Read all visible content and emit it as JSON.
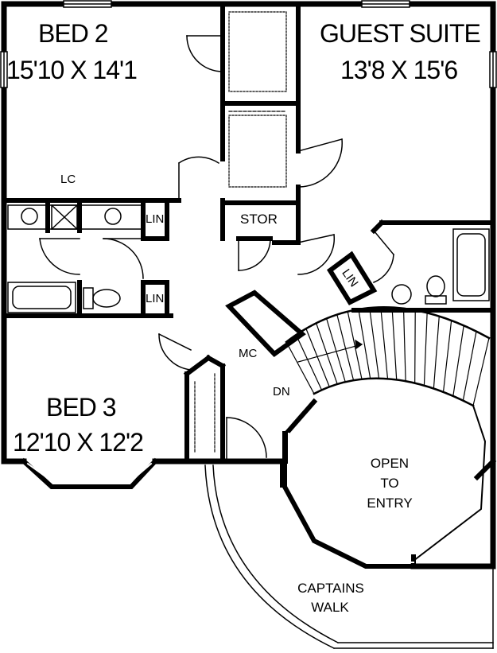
{
  "rooms": {
    "bed2": {
      "name": "BED 2",
      "dims": "15'10 X 14'1"
    },
    "guest_suite": {
      "name": "GUEST SUITE",
      "dims": "13'8 X 15'6"
    },
    "bed3": {
      "name": "BED 3",
      "dims": "12'10 X 12'2"
    },
    "open_to_entry": {
      "line1": "OPEN",
      "line2": "TO",
      "line3": "ENTRY"
    },
    "captains_walk": {
      "line1": "CAPTAINS",
      "line2": "WALK"
    }
  },
  "labels": {
    "lc": "LC",
    "lin_top": "LIN",
    "lin_bottom": "LIN",
    "lin_guest": "LIN",
    "stor": "STOR",
    "mc": "MC",
    "dn": "DN"
  },
  "colors": {
    "wall": "#000000",
    "background": "#ffffff"
  }
}
